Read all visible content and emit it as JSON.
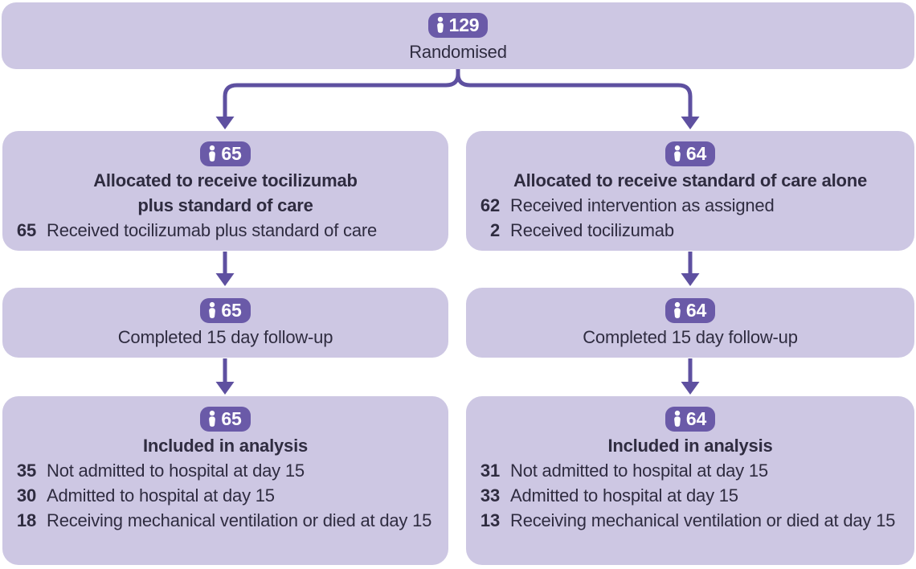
{
  "colors": {
    "box_fill": "#cdc7e3",
    "badge_fill": "#6a5aa8",
    "arrow": "#5e50a0",
    "text": "#2f2c40"
  },
  "randomised": {
    "count": "129",
    "label": "Randomised"
  },
  "left": {
    "allocation": {
      "count": "65",
      "title": "Allocated to receive tocilizumab\nplus standard of care",
      "items": [
        {
          "n": "65",
          "text": "Received tocilizumab plus standard of care"
        }
      ]
    },
    "followup": {
      "count": "65",
      "label": "Completed 15 day follow-up"
    },
    "analysis": {
      "count": "65",
      "title": "Included in analysis",
      "items": [
        {
          "n": "35",
          "text": "Not admitted to hospital at day 15"
        },
        {
          "n": "30",
          "text": "Admitted to hospital at day 15"
        },
        {
          "n": "18",
          "text": "Receiving mechanical ventilation or died at day 15"
        }
      ]
    }
  },
  "right": {
    "allocation": {
      "count": "64",
      "title": "Allocated to receive standard of care alone",
      "items": [
        {
          "n": "62",
          "text": "Received intervention as assigned"
        },
        {
          "n": "2",
          "text": "Received tocilizumab"
        }
      ]
    },
    "followup": {
      "count": "64",
      "label": "Completed 15 day follow-up"
    },
    "analysis": {
      "count": "64",
      "title": "Included in analysis",
      "items": [
        {
          "n": "31",
          "text": "Not admitted to hospital at day 15"
        },
        {
          "n": "33",
          "text": "Admitted to hospital at day 15"
        },
        {
          "n": "13",
          "text": "Receiving mechanical ventilation or died at day 15"
        }
      ]
    }
  }
}
